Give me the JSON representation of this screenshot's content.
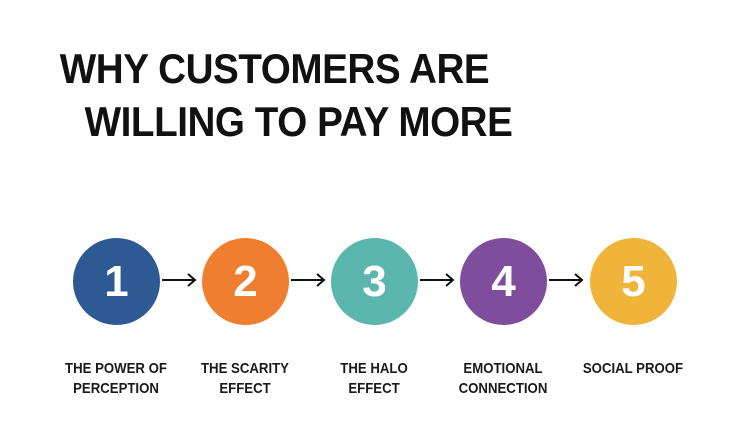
{
  "title": {
    "line1": "WHY CUSTOMERS ARE",
    "line2": "WILLING TO PAY MORE"
  },
  "steps": [
    {
      "number": "1",
      "label_line1": "THE POWER OF",
      "label_line2": "PERCEPTION",
      "color": "#2E5A94"
    },
    {
      "number": "2",
      "label_line1": "THE SCARITY",
      "label_line2": "EFFECT",
      "color": "#F07E30"
    },
    {
      "number": "3",
      "label_line1": "THE HALO",
      "label_line2": "EFFECT",
      "color": "#5BB7AE"
    },
    {
      "number": "4",
      "label_line1": "EMOTIONAL",
      "label_line2": "CONNECTION",
      "color": "#7E4E9C"
    },
    {
      "number": "5",
      "label_line1": "SOCIAL PROOF",
      "label_line2": "",
      "color": "#F0B43A"
    }
  ],
  "connector": {
    "icon": "arrow-right-icon",
    "color": "#111111"
  }
}
